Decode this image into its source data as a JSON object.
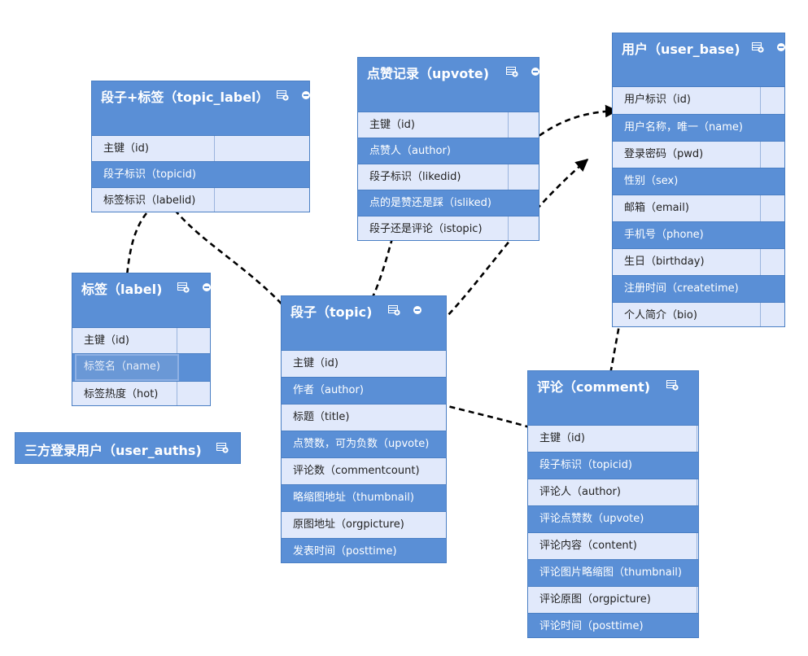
{
  "colors": {
    "header": "#5a8fd6",
    "row_light": "#e1e9fb",
    "row_dark": "#5a8fd6",
    "link": "#000000"
  },
  "icons": {
    "add": "add-table-icon",
    "collapse": "collapse-icon"
  },
  "tables": {
    "topic_label": {
      "title": "段子+标签（topic_label）",
      "fields": [
        "主键（id)",
        "段子标识（topicid)",
        "标签标识（labelid)"
      ]
    },
    "upvote": {
      "title": "点赞记录（upvote)",
      "fields": [
        "主键（id)",
        "点赞人（author)",
        "段子标识（likedid)",
        "点的是赞还是踩（isliked)",
        "段子还是评论（istopic)"
      ]
    },
    "user_base": {
      "title": "用户（user_base)",
      "fields": [
        "用户标识（id)",
        "用户名称，唯一（name)",
        "登录密码（pwd)",
        "性别（sex)",
        "邮箱（email)",
        "手机号（phone)",
        "生日（birthday)",
        "注册时间（createtime)",
        "个人简介（bio)"
      ]
    },
    "label": {
      "title": "标签（label)",
      "fields": [
        "主键（id)",
        "标签名（name)",
        "标签热度（hot)"
      ]
    },
    "topic": {
      "title": "段子（topic)",
      "fields": [
        "主键（id)",
        "作者（author)",
        "标题（title)",
        "点赞数，可为负数（upvote)",
        "评论数（commentcount)",
        "略缩图地址（thumbnail)",
        "原图地址（orgpicture)",
        "发表时间（posttime)"
      ]
    },
    "comment": {
      "title": "评论（comment)",
      "fields": [
        "主键（id)",
        "段子标识（topicid)",
        "评论人（author)",
        "评论点赞数（upvote)",
        "评论内容（content)",
        "评论图片略缩图（thumbnail)",
        "评论原图（orgpicture)",
        "评论时间（posttime)"
      ]
    },
    "user_auths": {
      "title": "三方登录用户（user_auths)"
    }
  }
}
